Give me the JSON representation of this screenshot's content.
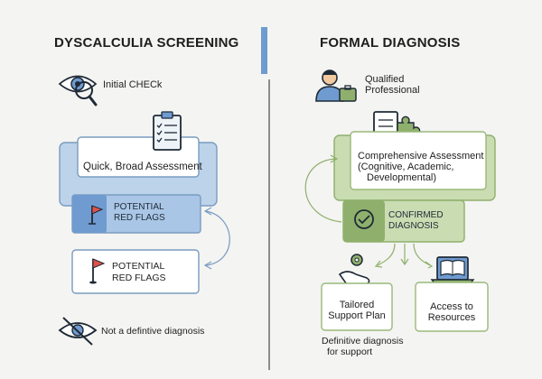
{
  "screening": {
    "title": "DYSCALCULIA SCREENING",
    "initial_check": "Initial CHECk",
    "quick_assessment": "Quick, Broad Assessment",
    "flag_box_1": [
      "POTENTIAL",
      "RED FLAGS"
    ],
    "flag_box_2": [
      "POTENTIAL",
      "RED FLAGS"
    ],
    "note": "Not a defintive diagnosis"
  },
  "diagnosis": {
    "title": "FORMAL DIAGNOSIS",
    "professional": [
      "Qualified",
      "Professional"
    ],
    "comprehensive": [
      "Comprehensive Assessment",
      "(Cognitive, Academic,",
      "Developmental)"
    ],
    "confirmed": [
      "CONFIRMED",
      "DIAGNOSIS"
    ],
    "support_plan": [
      "Tailored",
      "Support Plan"
    ],
    "resources": [
      "Access to",
      "Resources"
    ],
    "footnote": [
      "Definitive diagnosis",
      "for support"
    ]
  },
  "colors": {
    "blue_fill": "#bcd3ea",
    "blue_stroke": "#7a9cc0",
    "blue_accent": "#6f9bd0",
    "green_fill": "#c9dcb2",
    "green_stroke": "#8fb06c",
    "flag_red": "#e0524a"
  }
}
